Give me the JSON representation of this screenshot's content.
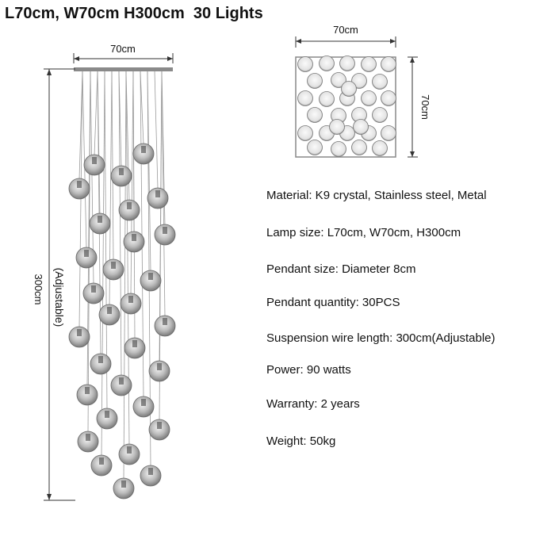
{
  "title": "L70cm, W70cm H300cm  30 Lights",
  "side_view": {
    "width_label": "70cm",
    "height_label": "300cm",
    "adjustable_label": "(Adjustable)"
  },
  "top_view": {
    "width_label": "70cm",
    "depth_label": "70cm"
  },
  "specs": [
    {
      "label": "Material: K9 crystal, Stainless steel, Metal",
      "value": ""
    },
    {
      "label": "Lamp size: L70cm, W70cm, H300cm",
      "value": ""
    },
    {
      "label": "Pendant size:",
      "value": "Diameter 8cm"
    },
    {
      "label": "Pendant quantity: 30PCS",
      "value": ""
    },
    {
      "label": "Suspension wire length:",
      "value": "300cm(Adjustable)"
    },
    {
      "label": "Power: 90 watts",
      "value": ""
    },
    {
      "label": "Warranty: 2 years",
      "value": ""
    },
    {
      "label": "Weight:",
      "value": "50kg"
    }
  ]
}
